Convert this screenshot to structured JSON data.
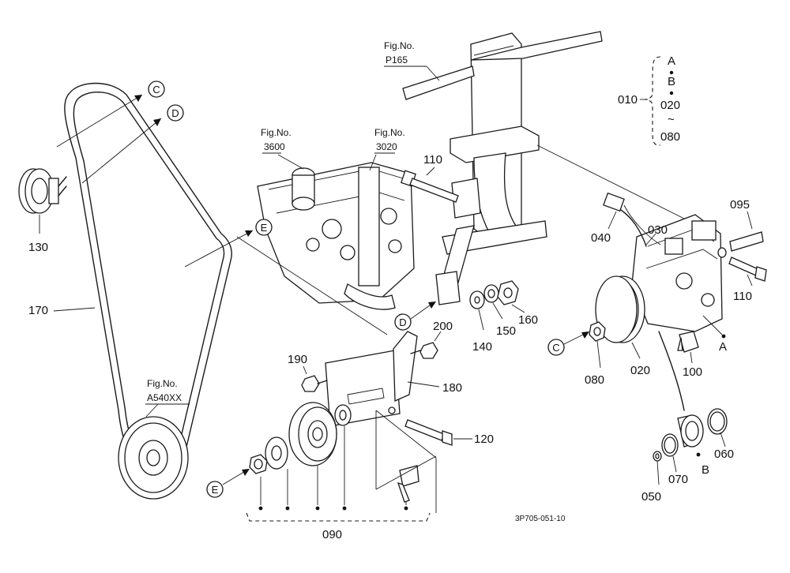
{
  "part_labels": {
    "p010": "010",
    "p020": "020",
    "p030": "030",
    "p040": "040",
    "p050": "050",
    "p060": "060",
    "p070": "070",
    "p080": "080",
    "p090": "090",
    "p095": "095",
    "p100": "100",
    "p110a": "110",
    "p110b": "110",
    "p120": "120",
    "p130": "130",
    "p140": "140",
    "p150": "150",
    "p160": "160",
    "p170": "170",
    "p180": "180",
    "p190": "190",
    "p200": "200"
  },
  "fig_refs": {
    "p165": {
      "title": "Fig.No.",
      "number": "P165"
    },
    "f3600": {
      "title": "Fig.No.",
      "number": "3600"
    },
    "f3020": {
      "title": "Fig.No.",
      "number": "3020"
    },
    "a540": {
      "title": "Fig.No.",
      "number": "A540XX"
    }
  },
  "callouts": {
    "c1": "C",
    "c2": "C",
    "d1": "D",
    "d2": "D",
    "e1": "E",
    "e2": "E"
  },
  "markers": {
    "a": "A",
    "b": "B"
  },
  "kit_legend": {
    "item_a": "A",
    "item_b": "B",
    "item_020": "020",
    "tilde": "~",
    "item_080": "080"
  },
  "drawing_code": "3P705-051-10",
  "icons": {
    "callout": "circle-letter",
    "arrow": "arrow-head",
    "dot": "filled-dot"
  }
}
